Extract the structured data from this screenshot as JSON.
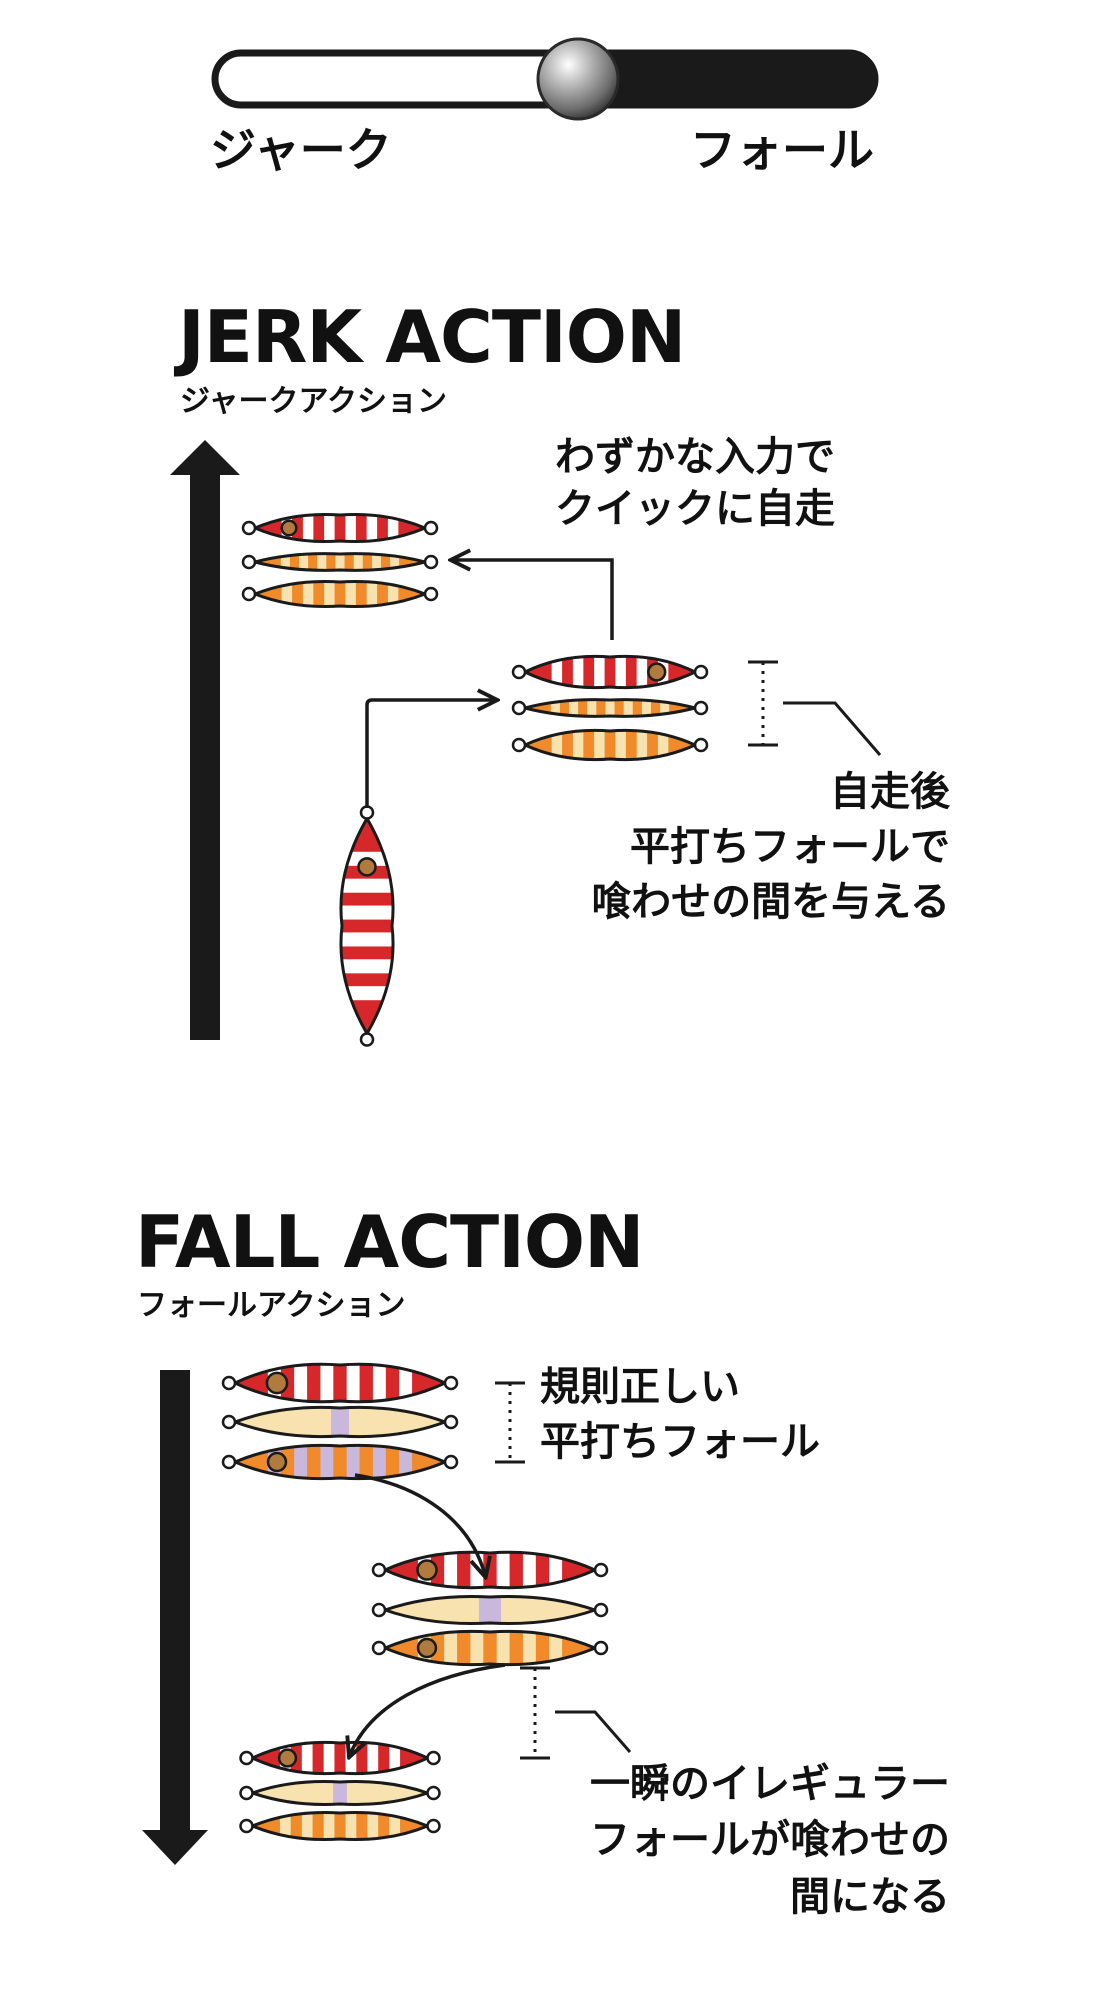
{
  "slider": {
    "left_label": "ジャーク",
    "right_label": "フォール",
    "position": 0.55
  },
  "jerk": {
    "title": "JERK ACTION",
    "subtitle": "ジャークアクション",
    "note_top": [
      "わずかな入力で",
      "クイックに自走"
    ],
    "note_bottom": [
      "自走後",
      "平打ちフォールで",
      "喰わせの間を与える"
    ]
  },
  "fall": {
    "title": "FALL ACTION",
    "subtitle": "フォールアクション",
    "note_top": [
      "規則正しい",
      "平打ちフォール"
    ],
    "note_bottom": [
      "一瞬のイレギュラー",
      "フォールが喰わせの",
      "間になる"
    ]
  },
  "colors": {
    "ink": "#1a1a1a",
    "jig_red": "#d6282b",
    "jig_white": "#ffffff",
    "jig_orange": "#f08a2a",
    "jig_cream": "#f7e2b0",
    "jig_lavender": "#c9b7dc",
    "slider_knob": "#9a9a9a"
  },
  "icons": {
    "slider_knob": "sphere-icon",
    "up_arrow": "arrow-up-icon",
    "down_arrow": "arrow-down-icon",
    "jig": "metal-jig-icon"
  }
}
